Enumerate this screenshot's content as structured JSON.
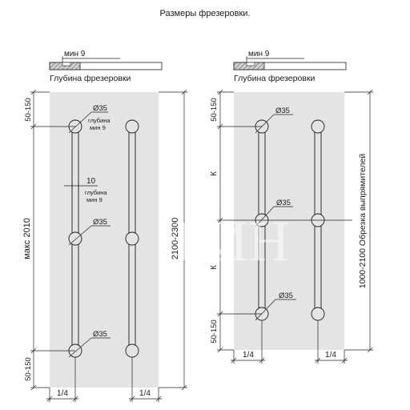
{
  "title": "Размеры фрезеровки.",
  "detail_min_label": "мин 9",
  "detail_caption": "Глубина фрезеровки",
  "left": {
    "hole_label": "Ø35",
    "depth_note_line1": "глубина",
    "depth_note_line2": "мин 9",
    "groove_width": "10",
    "depth_note2_line1": "глубина",
    "depth_note2_line2": "мин 9",
    "edge_top": "50-150",
    "edge_bottom": "50-150",
    "max_height": "макс 2010",
    "door_height": "2100-2300",
    "quarter": "1/4"
  },
  "right": {
    "hole_label": "Ø35",
    "edge_top": "50-150",
    "edge_bottom": "50-150",
    "k_label": "К",
    "trim_label": "1000-2100 Обрезка выпрямителей",
    "quarter": "1/4"
  },
  "watermark": "РИН"
}
